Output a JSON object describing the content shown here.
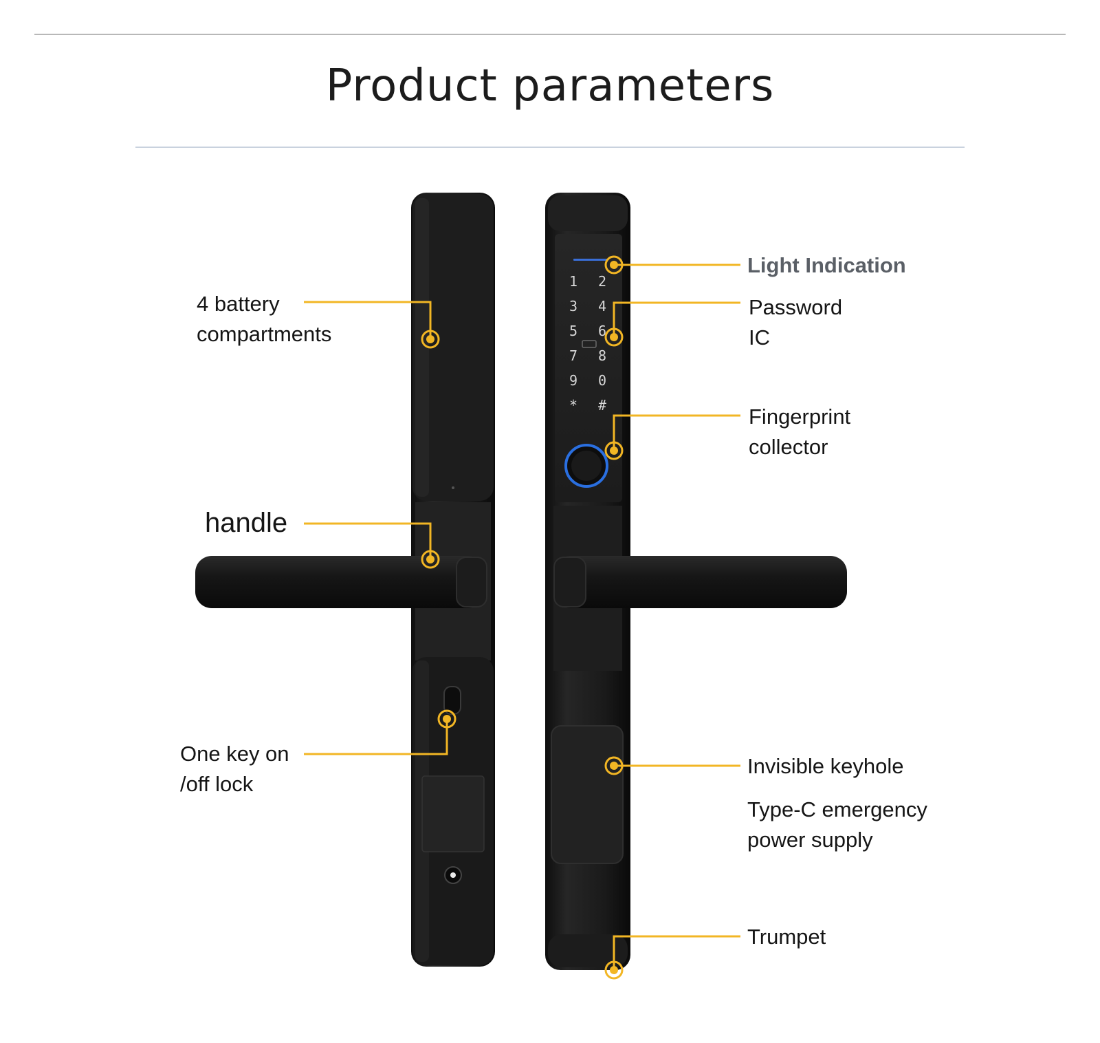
{
  "page": {
    "title": "Product parameters"
  },
  "labels": {
    "battery": [
      "4 battery",
      "compartments"
    ],
    "handle": "handle",
    "key_lock": [
      "One key on",
      "/off lock"
    ],
    "light": "Light Indication",
    "password": [
      "Password",
      "IC"
    ],
    "fingerprint": [
      "Fingerprint",
      "collector"
    ],
    "keyhole": "Invisible keyhole",
    "typec": [
      "Type-C emergency",
      "power supply"
    ],
    "trumpet": "Trumpet"
  },
  "keypad": {
    "keys": [
      "1",
      "2",
      "3",
      "4",
      "5",
      "6",
      "7",
      "8",
      "9",
      "0",
      "*",
      "#"
    ]
  },
  "colors": {
    "callout": "#f2b624",
    "lock_body": "#1b1b1b",
    "fingerprint_ring": "#2a6fe0",
    "light_bar": "#3a6fd8"
  },
  "icons": {
    "fingerprint": "fingerprint-sensor-icon",
    "keyhole": "keyhole-icon",
    "callout_marker": "callout-dot-icon"
  }
}
